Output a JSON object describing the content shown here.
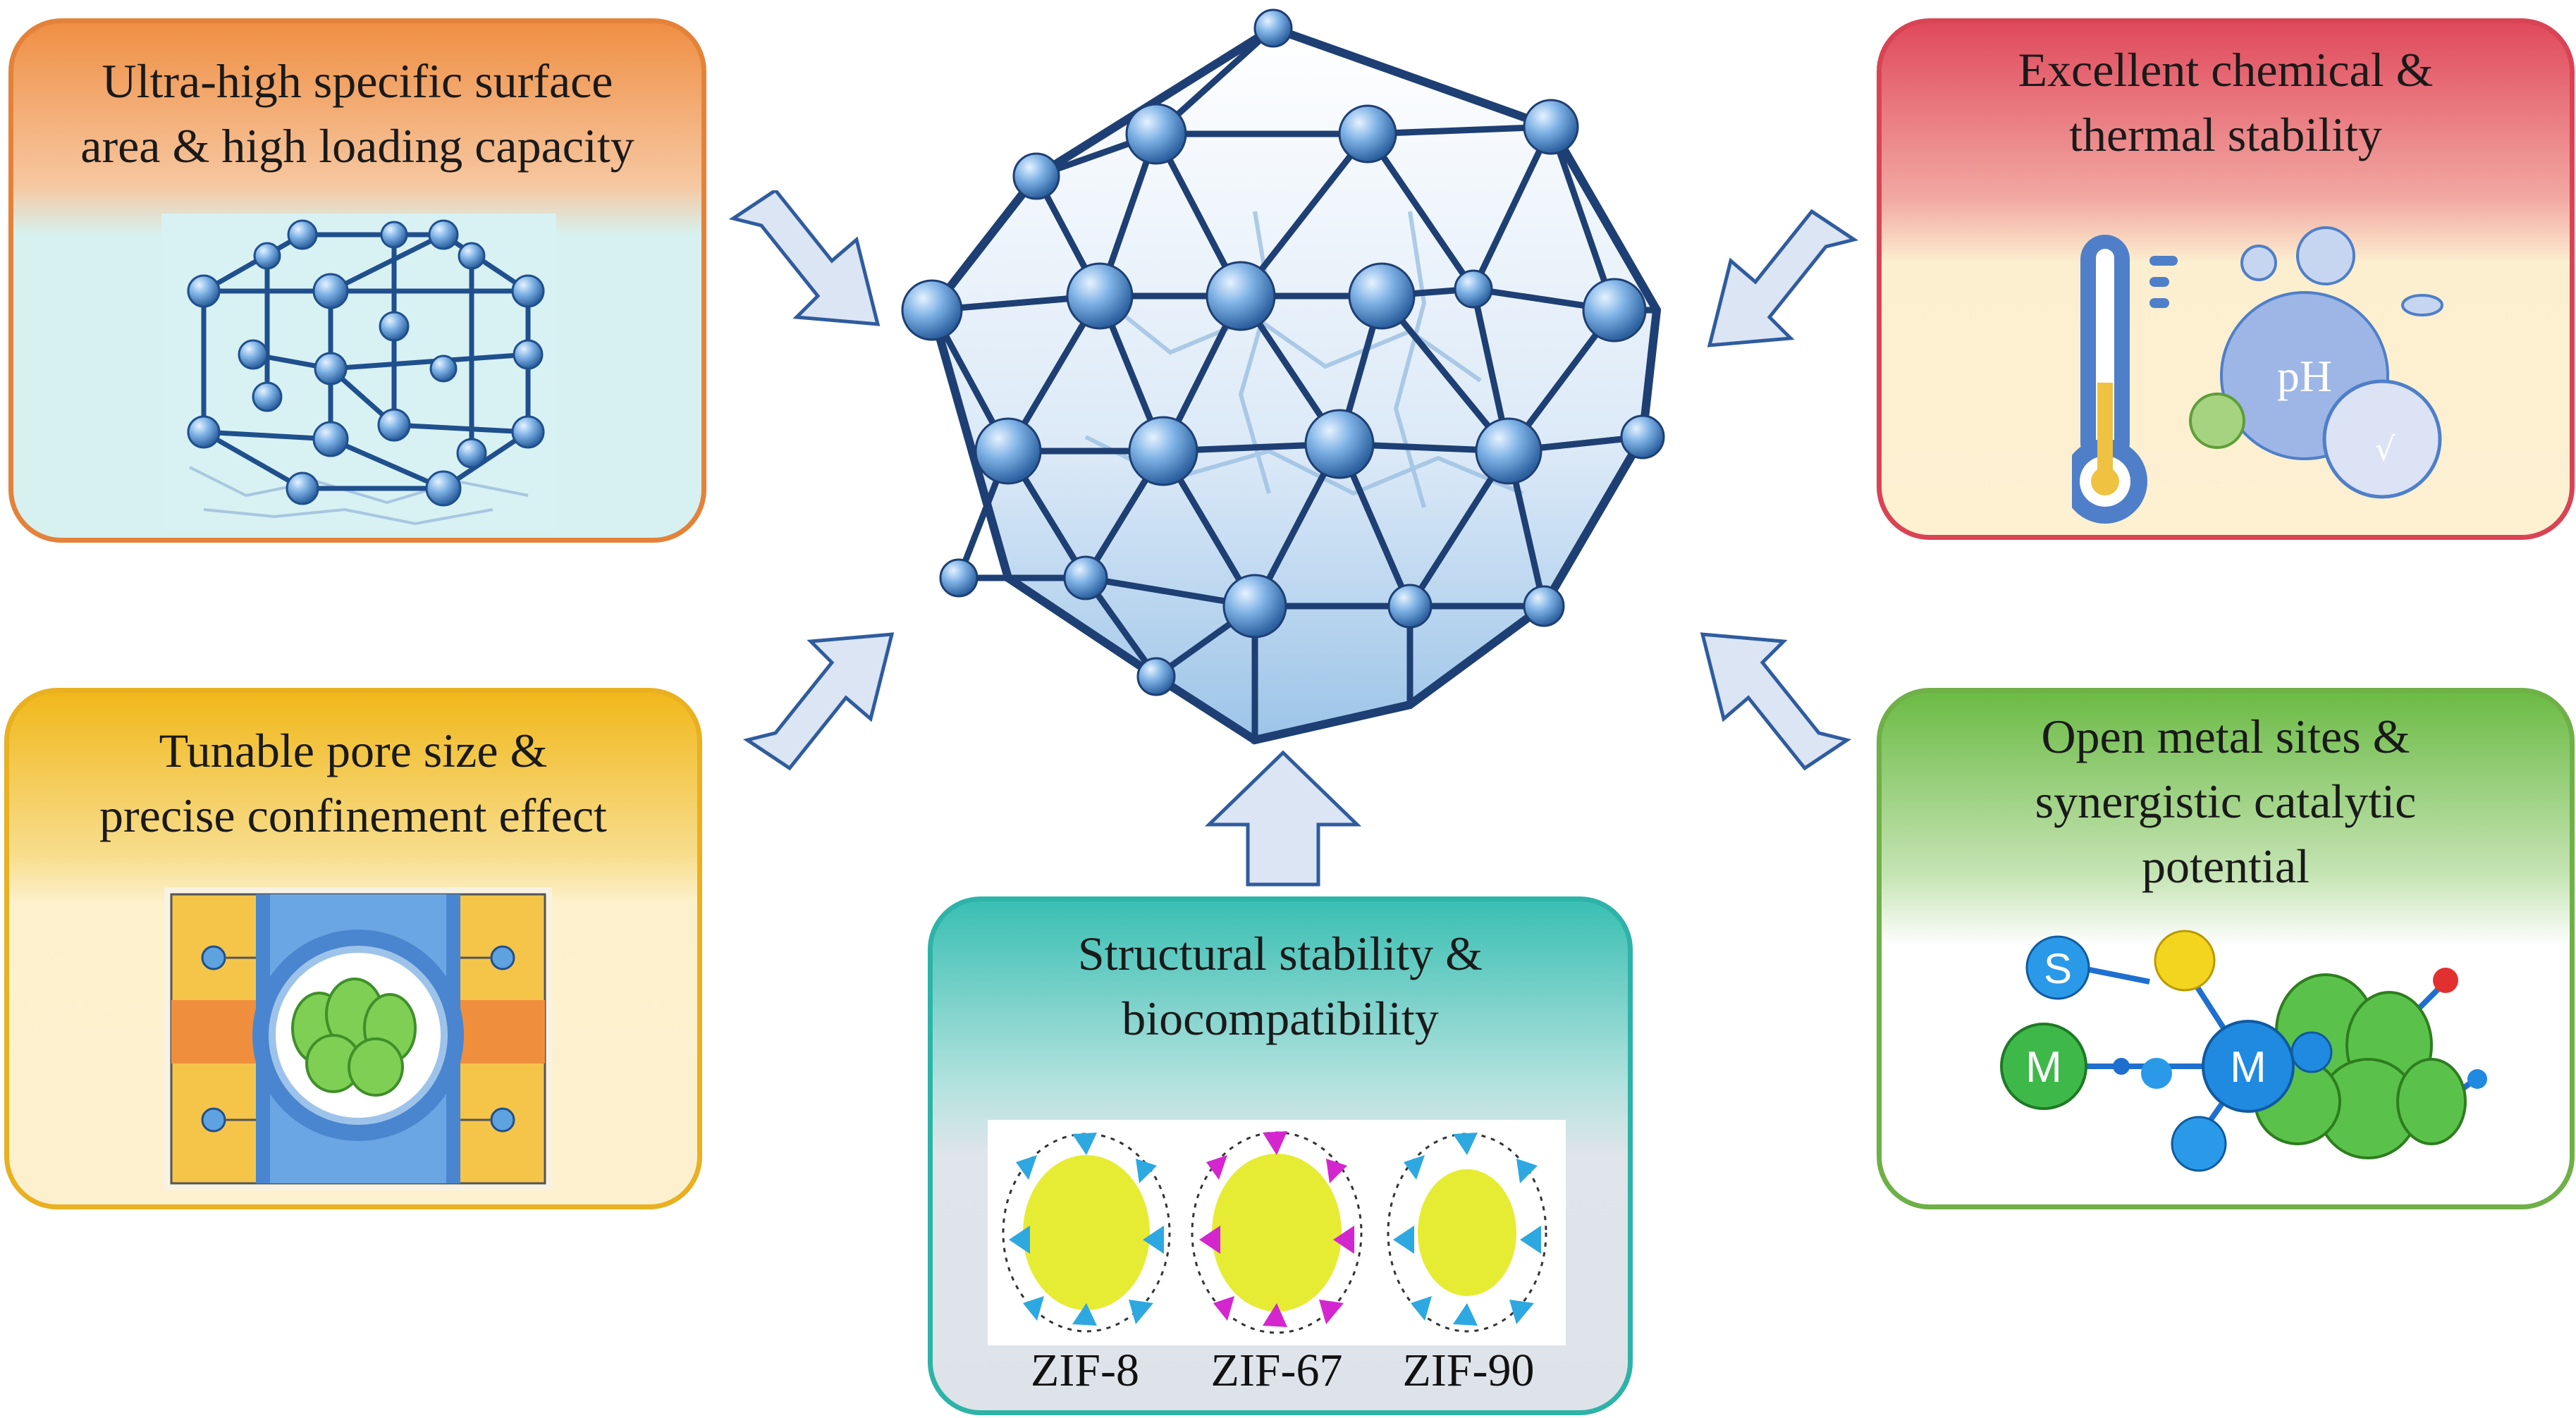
{
  "panels": {
    "surface": {
      "title": "Ultra-high specific surface\narea & high loading capacity"
    },
    "stability": {
      "title": "Excellent chemical &\nthermal stability",
      "ph_label": "pH",
      "sqrt_symbol": "√"
    },
    "pore": {
      "title": "Tunable pore size &\nprecise confinement effect"
    },
    "metal": {
      "title": "Open metal sites &\nsynergistic catalytic\npotential",
      "s_label": "S",
      "m_label_1": "M",
      "m_label_2": "M"
    },
    "bio": {
      "title": "Structural stability &\nbiocompatibility",
      "zif": [
        "ZIF-8",
        "ZIF-67",
        "ZIF-90"
      ]
    }
  },
  "colors": {
    "node_blue": "#4f8fcc",
    "arrow_fill": "#dbe5f4",
    "arrow_stroke": "#2f5c9e"
  }
}
